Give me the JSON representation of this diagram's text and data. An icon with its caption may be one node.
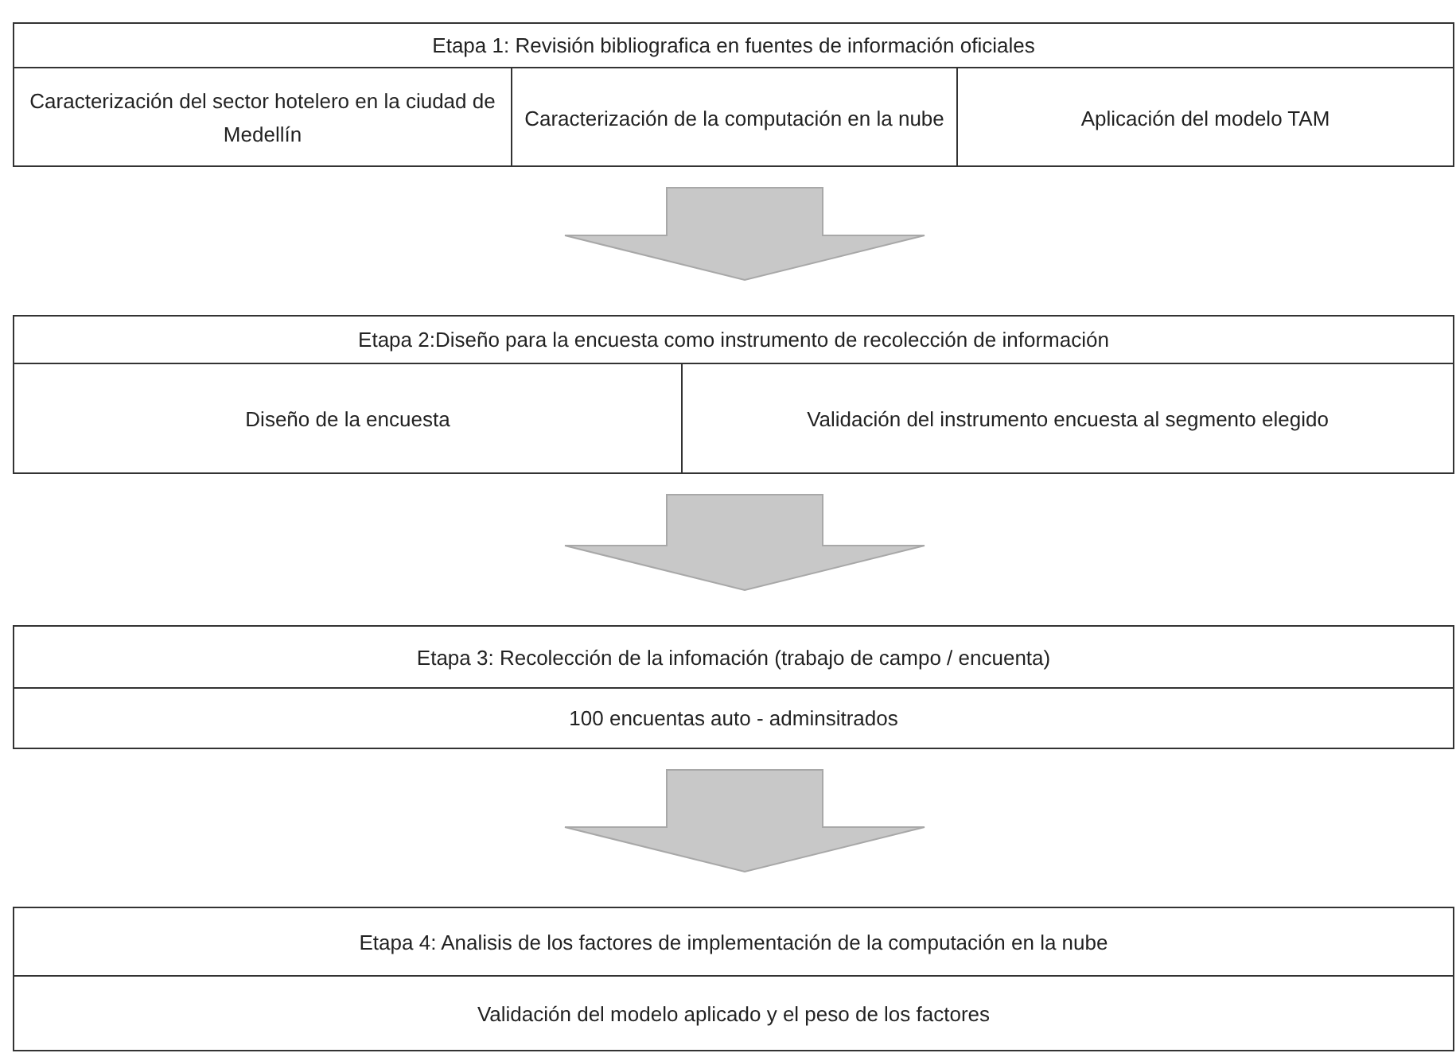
{
  "diagram": {
    "nodes": [
      {
        "text": [
          "Etapa 1: Revisión bibliografica en fuentes de información oficiales"
        ]
      },
      {
        "text": [
          "Caracterización del sector hotelero en la ciudad de Medellín"
        ],
        "in": 0
      },
      {
        "text": [
          "Caracterización de la computación en la nube"
        ],
        "in": 0
      },
      {
        "text": [
          "Aplicación del modelo TAM"
        ],
        "in": 0
      },
      {
        "text": [
          "Etapa 2:Diseño para la encuesta como instrumento de recolección de información"
        ]
      },
      {
        "text": [
          "Diseño de la encuesta"
        ],
        "in": 4
      },
      {
        "text": [
          "Validación del instrumento encuesta al segmento elegido"
        ],
        "in": 4
      },
      {
        "text": [
          "Etapa 3: Recolección de la infomación (trabajo de campo / encuenta)"
        ]
      },
      {
        "text": [
          "100 encuentas  auto - adminsitrados"
        ],
        "in": 7
      },
      {
        "text": [
          "Etapa 4: Analisis de los factores de implementación de la computación en la nube"
        ]
      },
      {
        "text": [
          "Validación del modelo aplicado y el peso de los factores"
        ],
        "in": 9
      }
    ],
    "edges": [
      {
        "from": 0,
        "to": 4,
        "arrow": "to"
      },
      {
        "from": 4,
        "to": 7,
        "arrow": "to"
      },
      {
        "from": 7,
        "to": 9,
        "arrow": "to"
      }
    ]
  }
}
